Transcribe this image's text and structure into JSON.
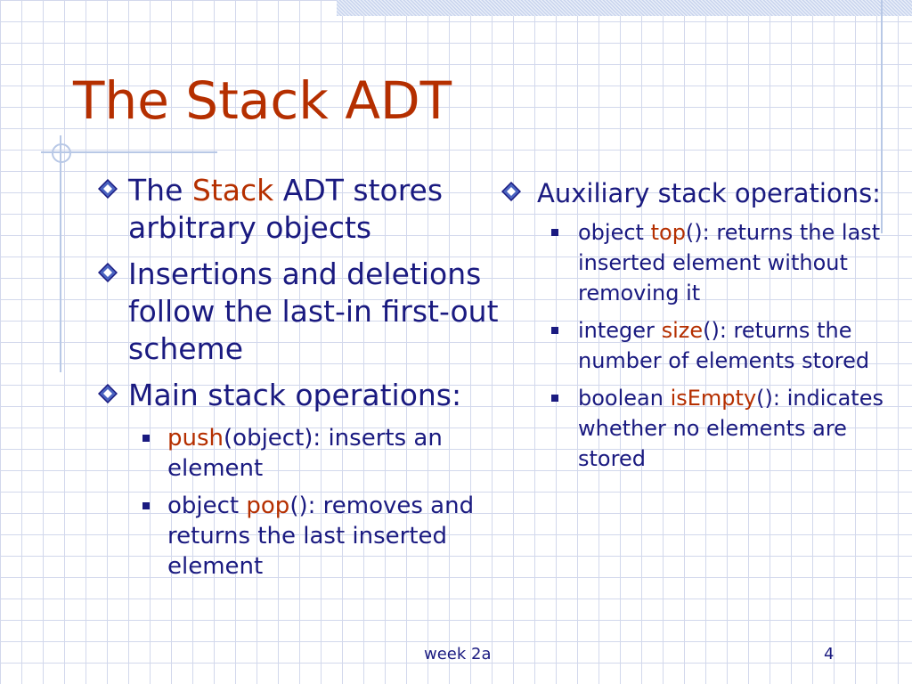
{
  "slide": {
    "title": "The Stack ADT",
    "footer": {
      "center": "week 2a",
      "page_number": "4"
    }
  },
  "left": {
    "b1": {
      "t1": "The ",
      "hl": "Stack",
      "t2": " ADT stores arbitrary objects"
    },
    "b2": {
      "text": "Insertions and deletions follow the last-in first-out scheme"
    },
    "b3": {
      "text": "Main stack operations:"
    },
    "s1": {
      "hl": "push",
      "t": "(object): inserts an element"
    },
    "s2": {
      "t1": "object ",
      "hl": "pop",
      "t2": "(): removes and returns the last inserted element"
    }
  },
  "right": {
    "b1": {
      "text": "Auxiliary stack operations:"
    },
    "s1": {
      "t1": "object ",
      "hl": "top",
      "t2": "(): returns the last inserted element without removing it"
    },
    "s2": {
      "t1": "integer ",
      "hl": "size",
      "t2": "(): returns the number of elements stored"
    },
    "s3": {
      "t1": "boolean ",
      "hl": "isEmpty",
      "t2": "(): indicates whether no elements are stored"
    }
  },
  "icons": {
    "level1": "diamond-bullet-icon",
    "level2": "square-bullet-icon"
  },
  "colors": {
    "title": "#b52f00",
    "text": "#1a1a80",
    "highlight": "#b52f00",
    "grid": "#d2d8ec"
  }
}
